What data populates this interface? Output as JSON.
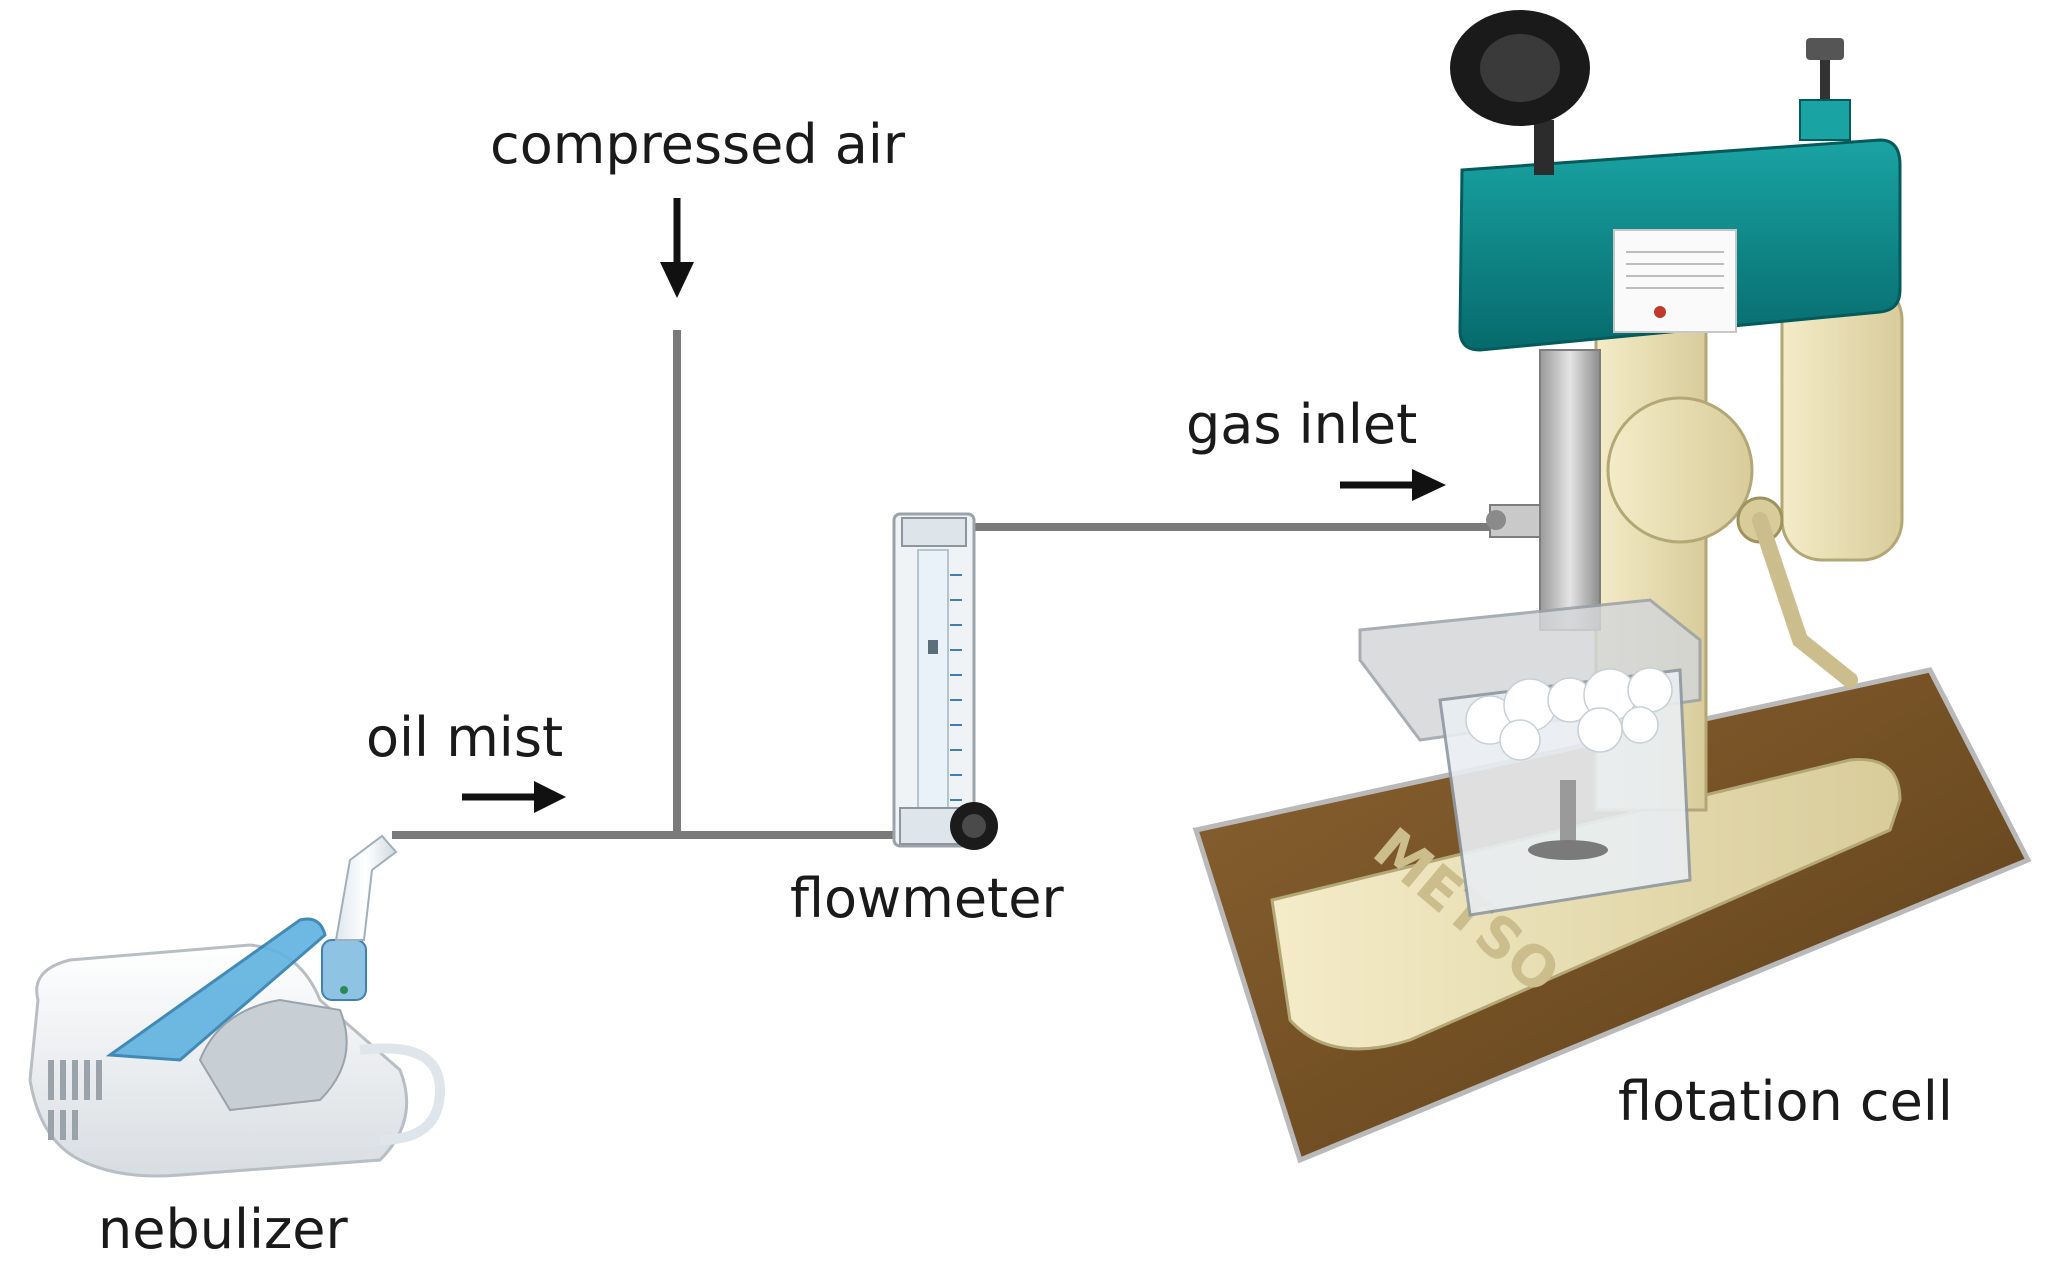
{
  "labels": {
    "compressed_air": "compressed air",
    "gas_inlet": "gas inlet",
    "oil_mist": "oil mist",
    "flowmeter": "flowmeter",
    "nebulizer": "nebulizer",
    "flotation_cell": "flotation cell"
  },
  "flotation_cell_brand": "METSO",
  "colors": {
    "pipe": "#7a7a7a",
    "arrow": "#111111",
    "cell_teal": "#0b7f80",
    "cell_cream": "#ede3b8",
    "wood_base": "#7a5426",
    "nebulizer_blue": "#5fb2e0"
  }
}
